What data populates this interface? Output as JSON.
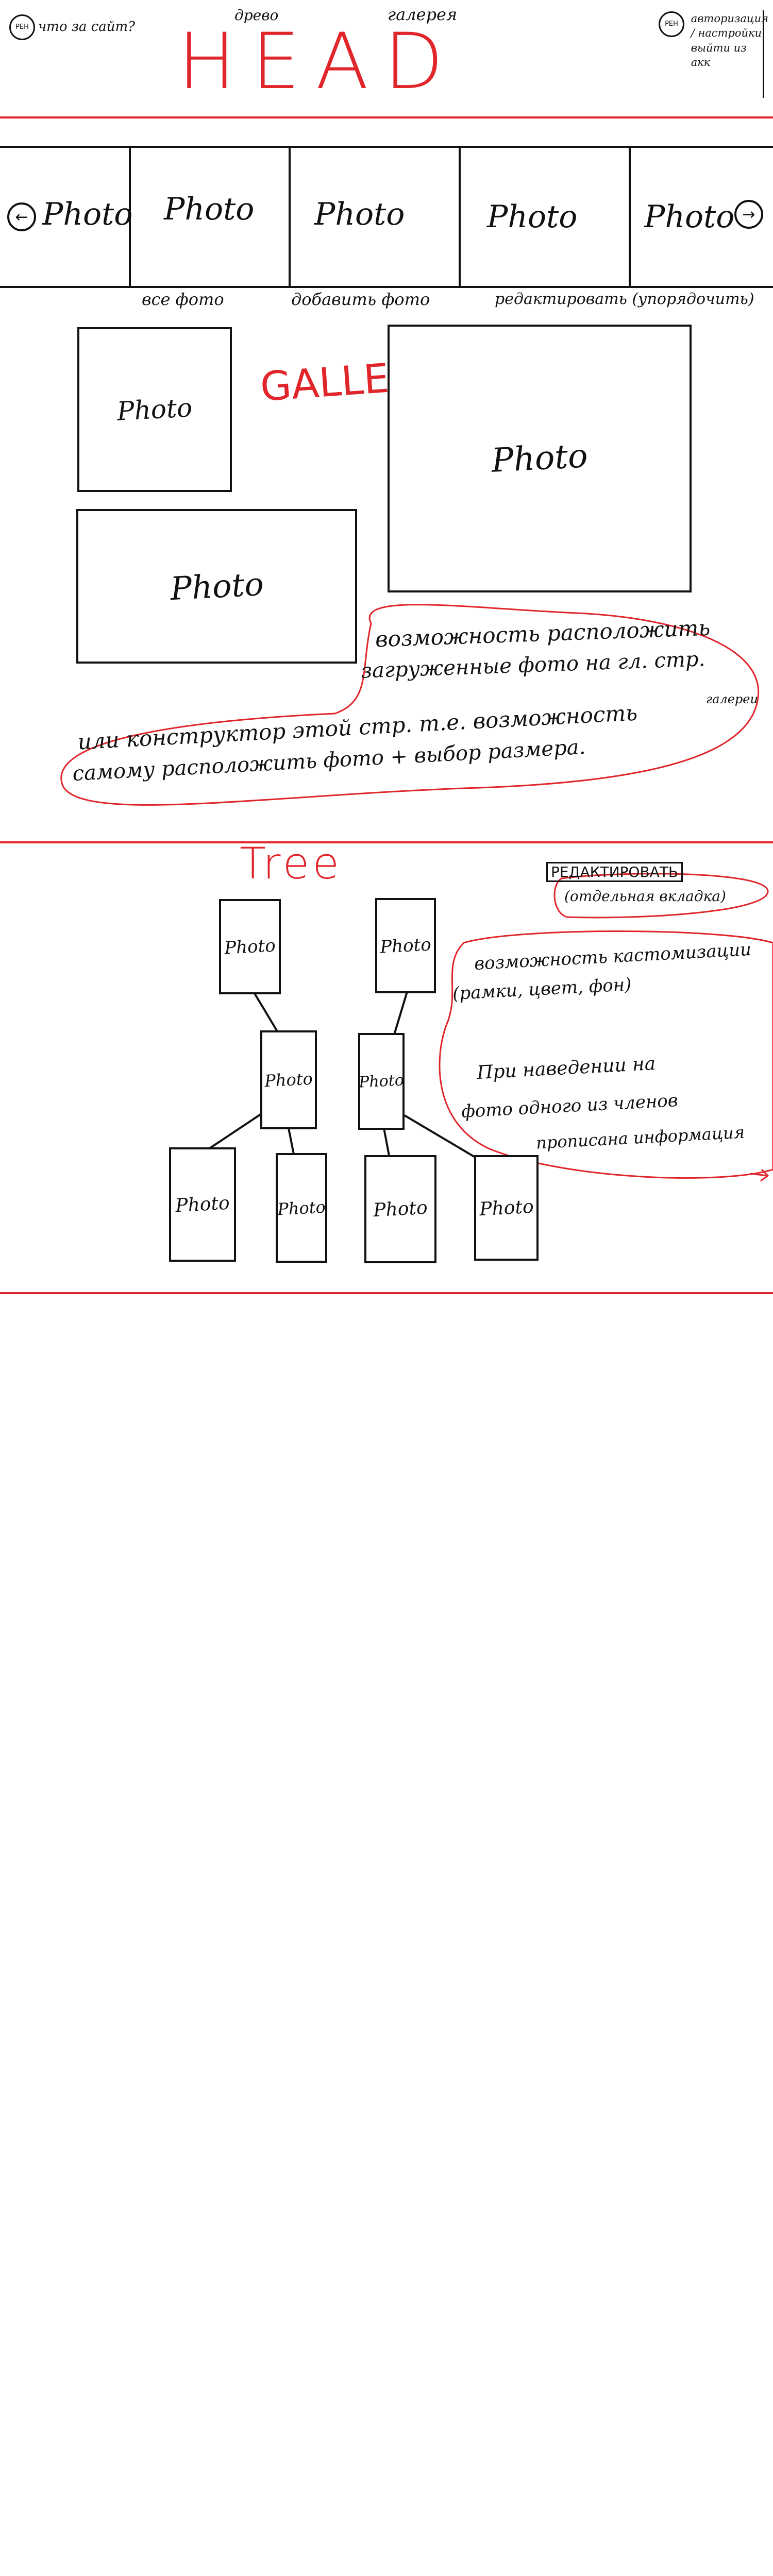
{
  "header": {
    "user_badge": "РЕН",
    "about_link": "что за сайт?",
    "nav_tree": "древо",
    "nav_gallery": "галерея",
    "profile_badge": "РЕН",
    "auth_text": [
      "авторизация",
      "/ настройки",
      "выйти из",
      "акк"
    ],
    "title": "HEAD"
  },
  "slider": {
    "prev_label": "←",
    "next_label": "→",
    "photos": [
      "Photo",
      "Photo",
      "Photo",
      "Photo",
      "Photo"
    ],
    "actions": [
      "все фото",
      "добавить фото",
      "редактировать (упорядочить)"
    ]
  },
  "gallery": {
    "title": "GALLERY",
    "photos": [
      "Photo",
      "Photo",
      "Photo"
    ],
    "note_lines": [
      "возможность расположить",
      "загруженные фото на гл. стр.",
      "или конструктор этой стр. т.е. возможность",
      "самому расположить фото + выбор размера."
    ],
    "note_side": "галереи"
  },
  "tree": {
    "title": "Tree",
    "edit_button": "РЕДАКТИРОВАТЬ",
    "edit_subnote": "(отдельная вкладка)",
    "photos": [
      "Photo",
      "Photo",
      "Photo",
      "Photo",
      "Photo",
      "Photo",
      "Photo",
      "Photo"
    ],
    "note_lines": [
      "возможность кастомизации",
      "(рамки, цвет, фон)",
      "При наведении на",
      "фото одного из членов",
      "прописана информация"
    ]
  }
}
